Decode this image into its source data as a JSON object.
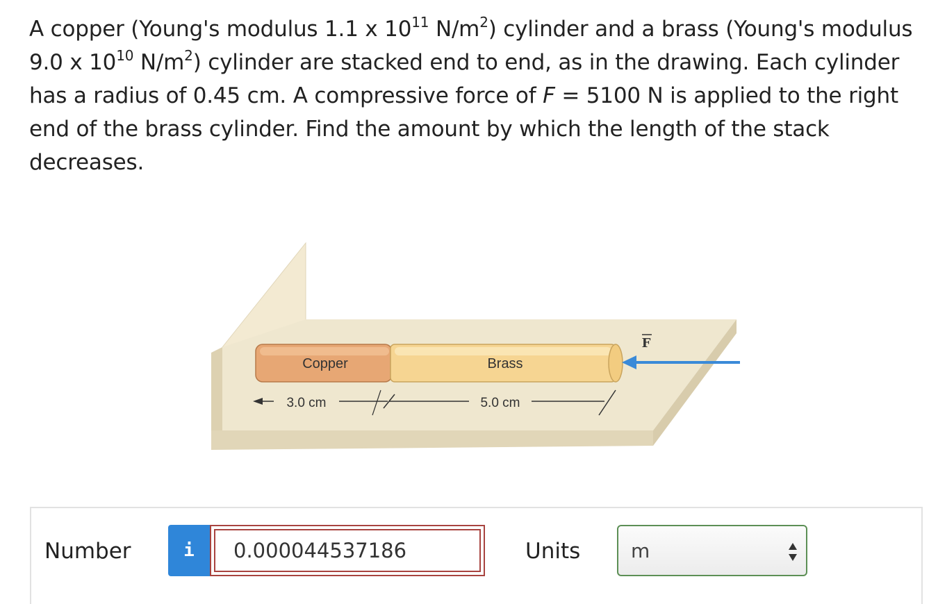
{
  "question": {
    "line1a": "A copper (Young's modulus 1.1 x 10",
    "line1_sup1": "11",
    "line1b": " N/m",
    "line1_sup2": "2",
    "line1c": ") cylinder and a brass (Young's modulus",
    "line2a": "9.0 x 10",
    "line2_sup1": "10",
    "line2b": " N/m",
    "line2_sup2": "2",
    "line2c": ") cylinder are stacked end to end, as in the drawing. Each cylinder",
    "line3a": "has a radius of 0.45 cm. A compressive force of ",
    "line3_var": "F",
    "line3b": " = 5100 N is applied to the right",
    "line4": "end of the brass cylinder. Find the amount by which the length of the stack",
    "line5": "decreases."
  },
  "figure": {
    "copper_label": "Copper",
    "brass_label": "Brass",
    "copper_length": "3.0 cm",
    "brass_length": "5.0 cm",
    "force_label": "F",
    "colors": {
      "wall": "#f3ead2",
      "wall_edge": "#ddd1b1",
      "floor": "#e9e1c8",
      "copper": "#e7a774",
      "brass": "#f6d592",
      "force_arrow": "#3a8ad8"
    }
  },
  "answer": {
    "number_label": "Number",
    "info_icon": "i",
    "value": "0.000044537186",
    "units_label": "Units",
    "units_value": "m"
  }
}
